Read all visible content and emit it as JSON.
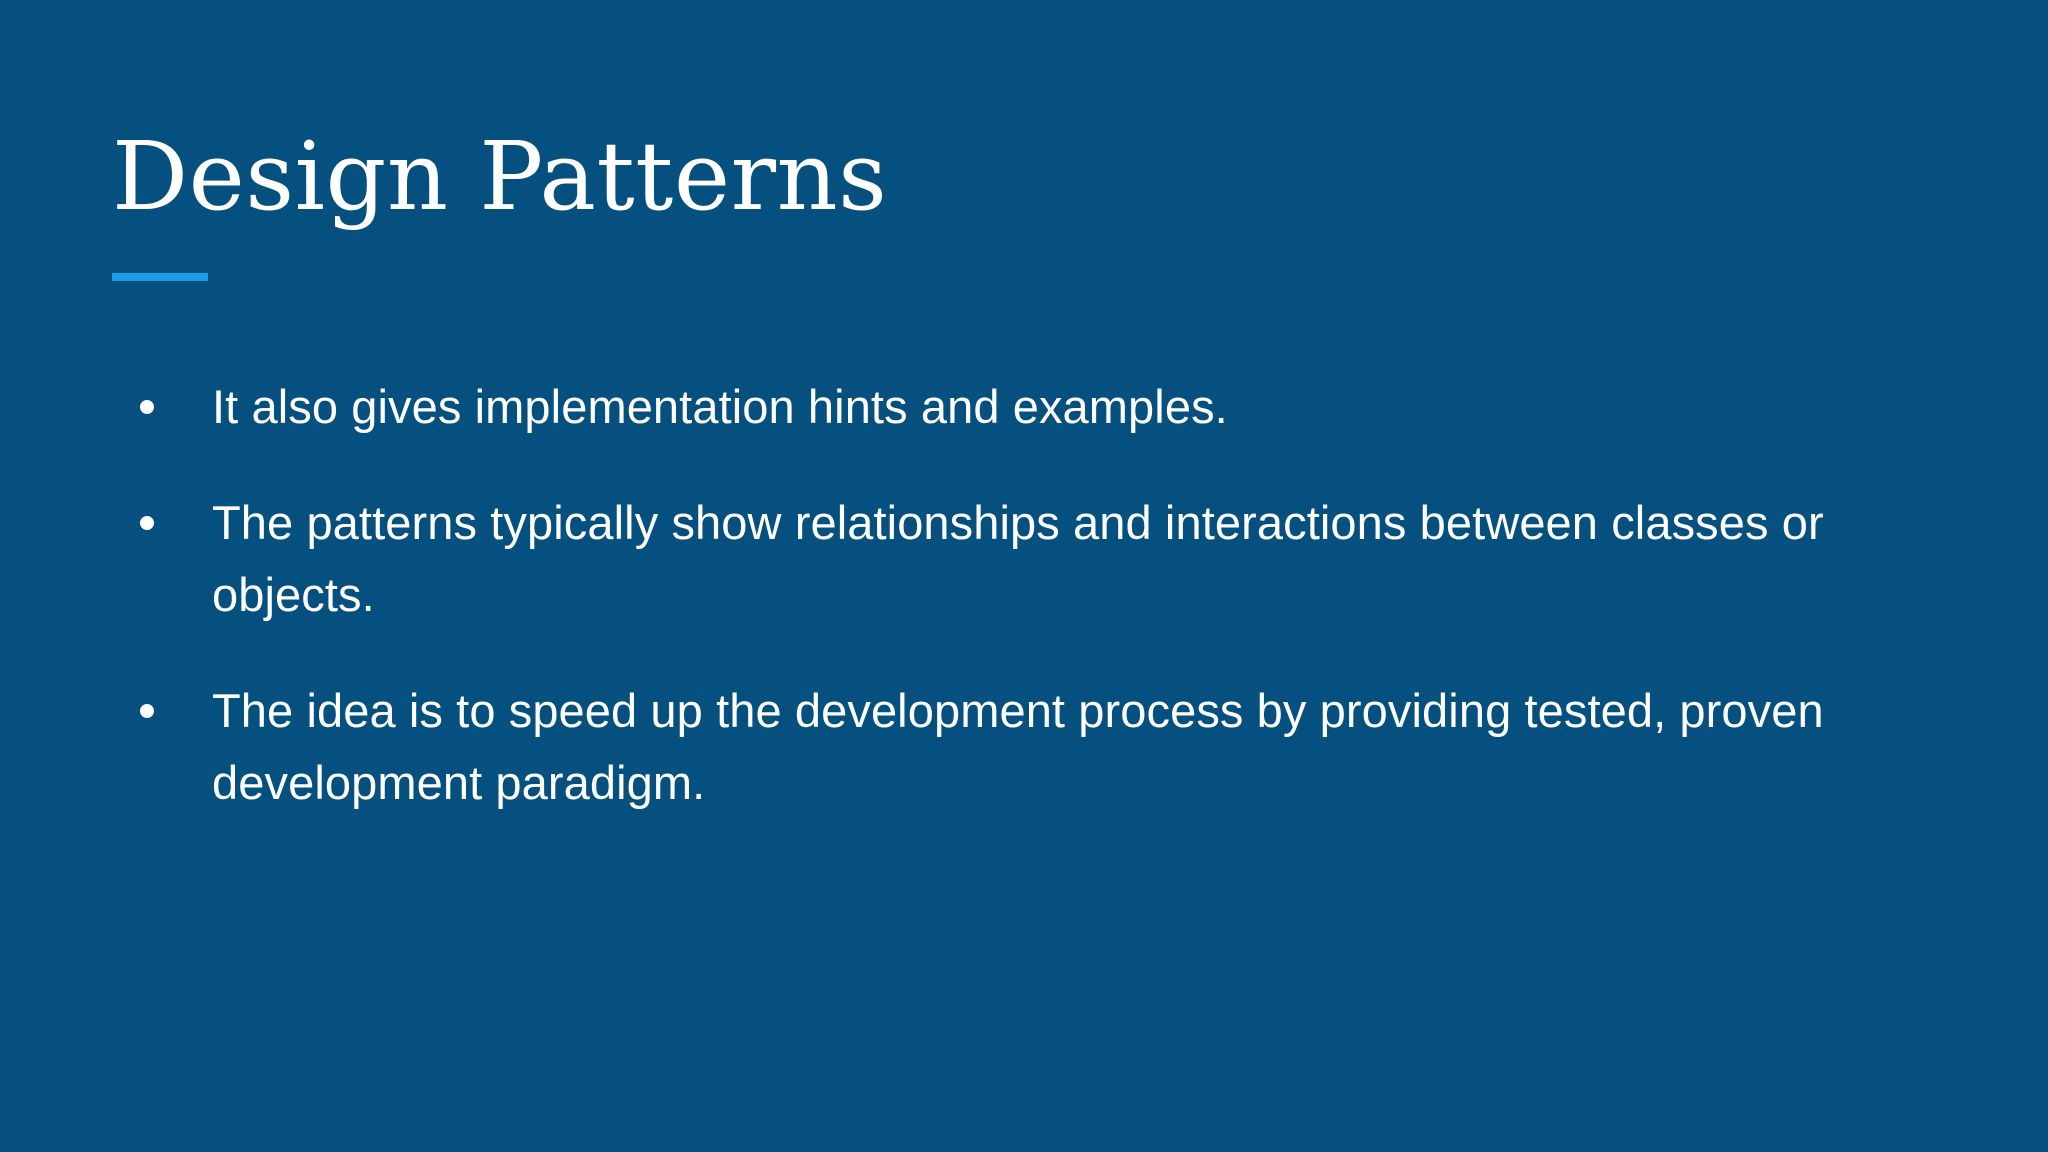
{
  "slide": {
    "background_color": "#05507f",
    "text_color": "#ffffff",
    "accent_color": "#1a9ae8",
    "title": "Design Patterns",
    "bullets": [
      {
        "marker": "filled-circle-bullet",
        "text": "It also gives implementation hints and examples."
      },
      {
        "marker": "filled-circle-bullet",
        "text": "The patterns typically show relationships and interactions between classes or objects."
      },
      {
        "marker": "filled-circle-bullet",
        "text": "The idea is to speed up the development process by providing tested, proven development paradigm."
      }
    ]
  }
}
